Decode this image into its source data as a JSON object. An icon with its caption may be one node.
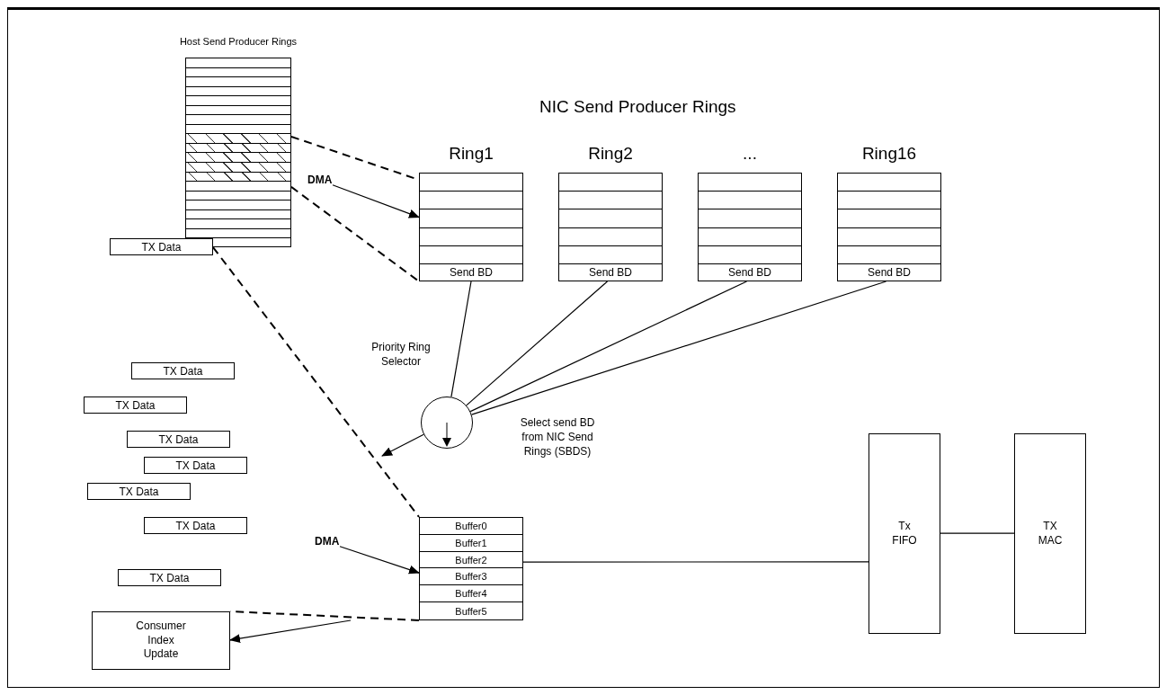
{
  "diagram": {
    "nodes": [
      {
        "text": [
          "Host Send Producer Rings"
        ]
      },
      {
        "text": [
          "DMA"
        ]
      },
      {
        "text": [
          "Ring1",
          "Send BD"
        ]
      },
      {
        "text": [
          "Ring2",
          "Send BD"
        ]
      },
      {
        "text": [
          "...",
          "Send BD"
        ]
      },
      {
        "text": [
          "Ring16",
          "Send BD"
        ]
      },
      {
        "text": [
          "TX Data"
        ]
      },
      {
        "text": [],
        "shape": "circle"
      },
      {
        "text": [
          "TX Data"
        ]
      },
      {
        "text": [
          "TX Data"
        ]
      },
      {
        "text": [
          "TX Data"
        ]
      },
      {
        "text": [
          "TX Data"
        ]
      },
      {
        "text": [
          "TX Data"
        ]
      },
      {
        "text": [
          "TX Data"
        ]
      },
      {
        "text": [
          "TX Data"
        ]
      },
      {
        "text": [
          "DMA"
        ]
      },
      {
        "text": [
          "Buffer0",
          "Buffer1",
          "Buffer2",
          "Buffer3",
          "Buffer4",
          "Buffer5"
        ]
      },
      {
        "text": [
          "Tx FIFO"
        ]
      },
      {
        "text": [
          "TX MAC"
        ]
      },
      {
        "text": [
          "Consumer Index Update"
        ]
      }
    ],
    "edges": [
      {
        "from": 0,
        "to": 2,
        "arrow": "none",
        "style": "dashed"
      },
      {
        "from": 0,
        "to": 2,
        "arrow": "none",
        "style": "dashed"
      },
      {
        "from": 1,
        "to": 2,
        "arrow": "to"
      },
      {
        "from": 2,
        "to": 7,
        "arrow": "none"
      },
      {
        "from": 3,
        "to": 7,
        "arrow": "none"
      },
      {
        "from": 4,
        "to": 7,
        "arrow": "none"
      },
      {
        "from": 5,
        "to": 7,
        "arrow": "none"
      },
      {
        "from": 7,
        "to": null,
        "arrow": "to"
      },
      {
        "from": 6,
        "to": 16,
        "arrow": "none",
        "style": "dashed"
      },
      {
        "from": 16,
        "to": 19,
        "arrow": "none",
        "style": "dashed"
      },
      {
        "from": null,
        "to": 19,
        "arrow": "to"
      },
      {
        "from": 15,
        "to": 16,
        "arrow": "to"
      },
      {
        "from": 16,
        "to": 17,
        "arrow": "none"
      },
      {
        "from": 17,
        "to": 18,
        "arrow": "none"
      }
    ],
    "labels": [
      "NIC Send Producer Rings",
      "Priority Ring Selector",
      "Select send BD from NIC Send Rings (SBDS)"
    ]
  }
}
